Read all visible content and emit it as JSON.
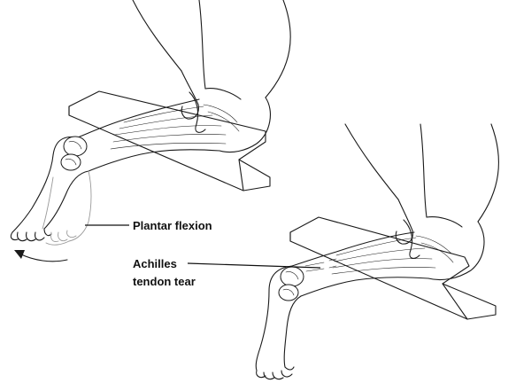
{
  "labels": {
    "plantar_flexion": "Plantar flexion",
    "achilles_line1": "Achilles",
    "achilles_line2": "tendon tear"
  },
  "colors": {
    "ink": "#1a1a1a",
    "ghost_outline": "#9a9a9a",
    "background": "#ffffff"
  }
}
